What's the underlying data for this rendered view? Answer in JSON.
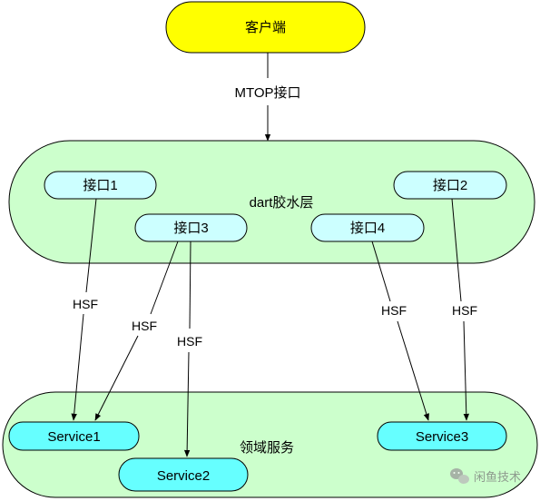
{
  "client": {
    "label": "客户端",
    "color": "#ffff00"
  },
  "mtop": {
    "label": "MTOP接口"
  },
  "glue_layer": {
    "label": "dart胶水层",
    "color": "#ccffcc"
  },
  "domain_services": {
    "label": "领域服务",
    "color": "#ccffcc"
  },
  "interfaces": [
    {
      "label": "接口1",
      "color": "#ccffff"
    },
    {
      "label": "接口2",
      "color": "#ccffff"
    },
    {
      "label": "接口3",
      "color": "#ccffff"
    },
    {
      "label": "接口4",
      "color": "#ccffff"
    }
  ],
  "services": [
    {
      "label": "Service1",
      "color": "#66ffff"
    },
    {
      "label": "Service2",
      "color": "#66ffff"
    },
    {
      "label": "Service3",
      "color": "#66ffff"
    }
  ],
  "edges": [
    {
      "from": "接口1",
      "to": "Service1",
      "label": "HSF"
    },
    {
      "from": "接口3",
      "to": "Service1",
      "label": "HSF"
    },
    {
      "from": "接口3",
      "to": "Service2",
      "label": "HSF"
    },
    {
      "from": "接口4",
      "to": "Service3",
      "label": "HSF"
    },
    {
      "from": "接口2",
      "to": "Service3",
      "label": "HSF"
    }
  ],
  "watermark": {
    "text": "闲鱼技术",
    "icon": "wechat-icon"
  }
}
